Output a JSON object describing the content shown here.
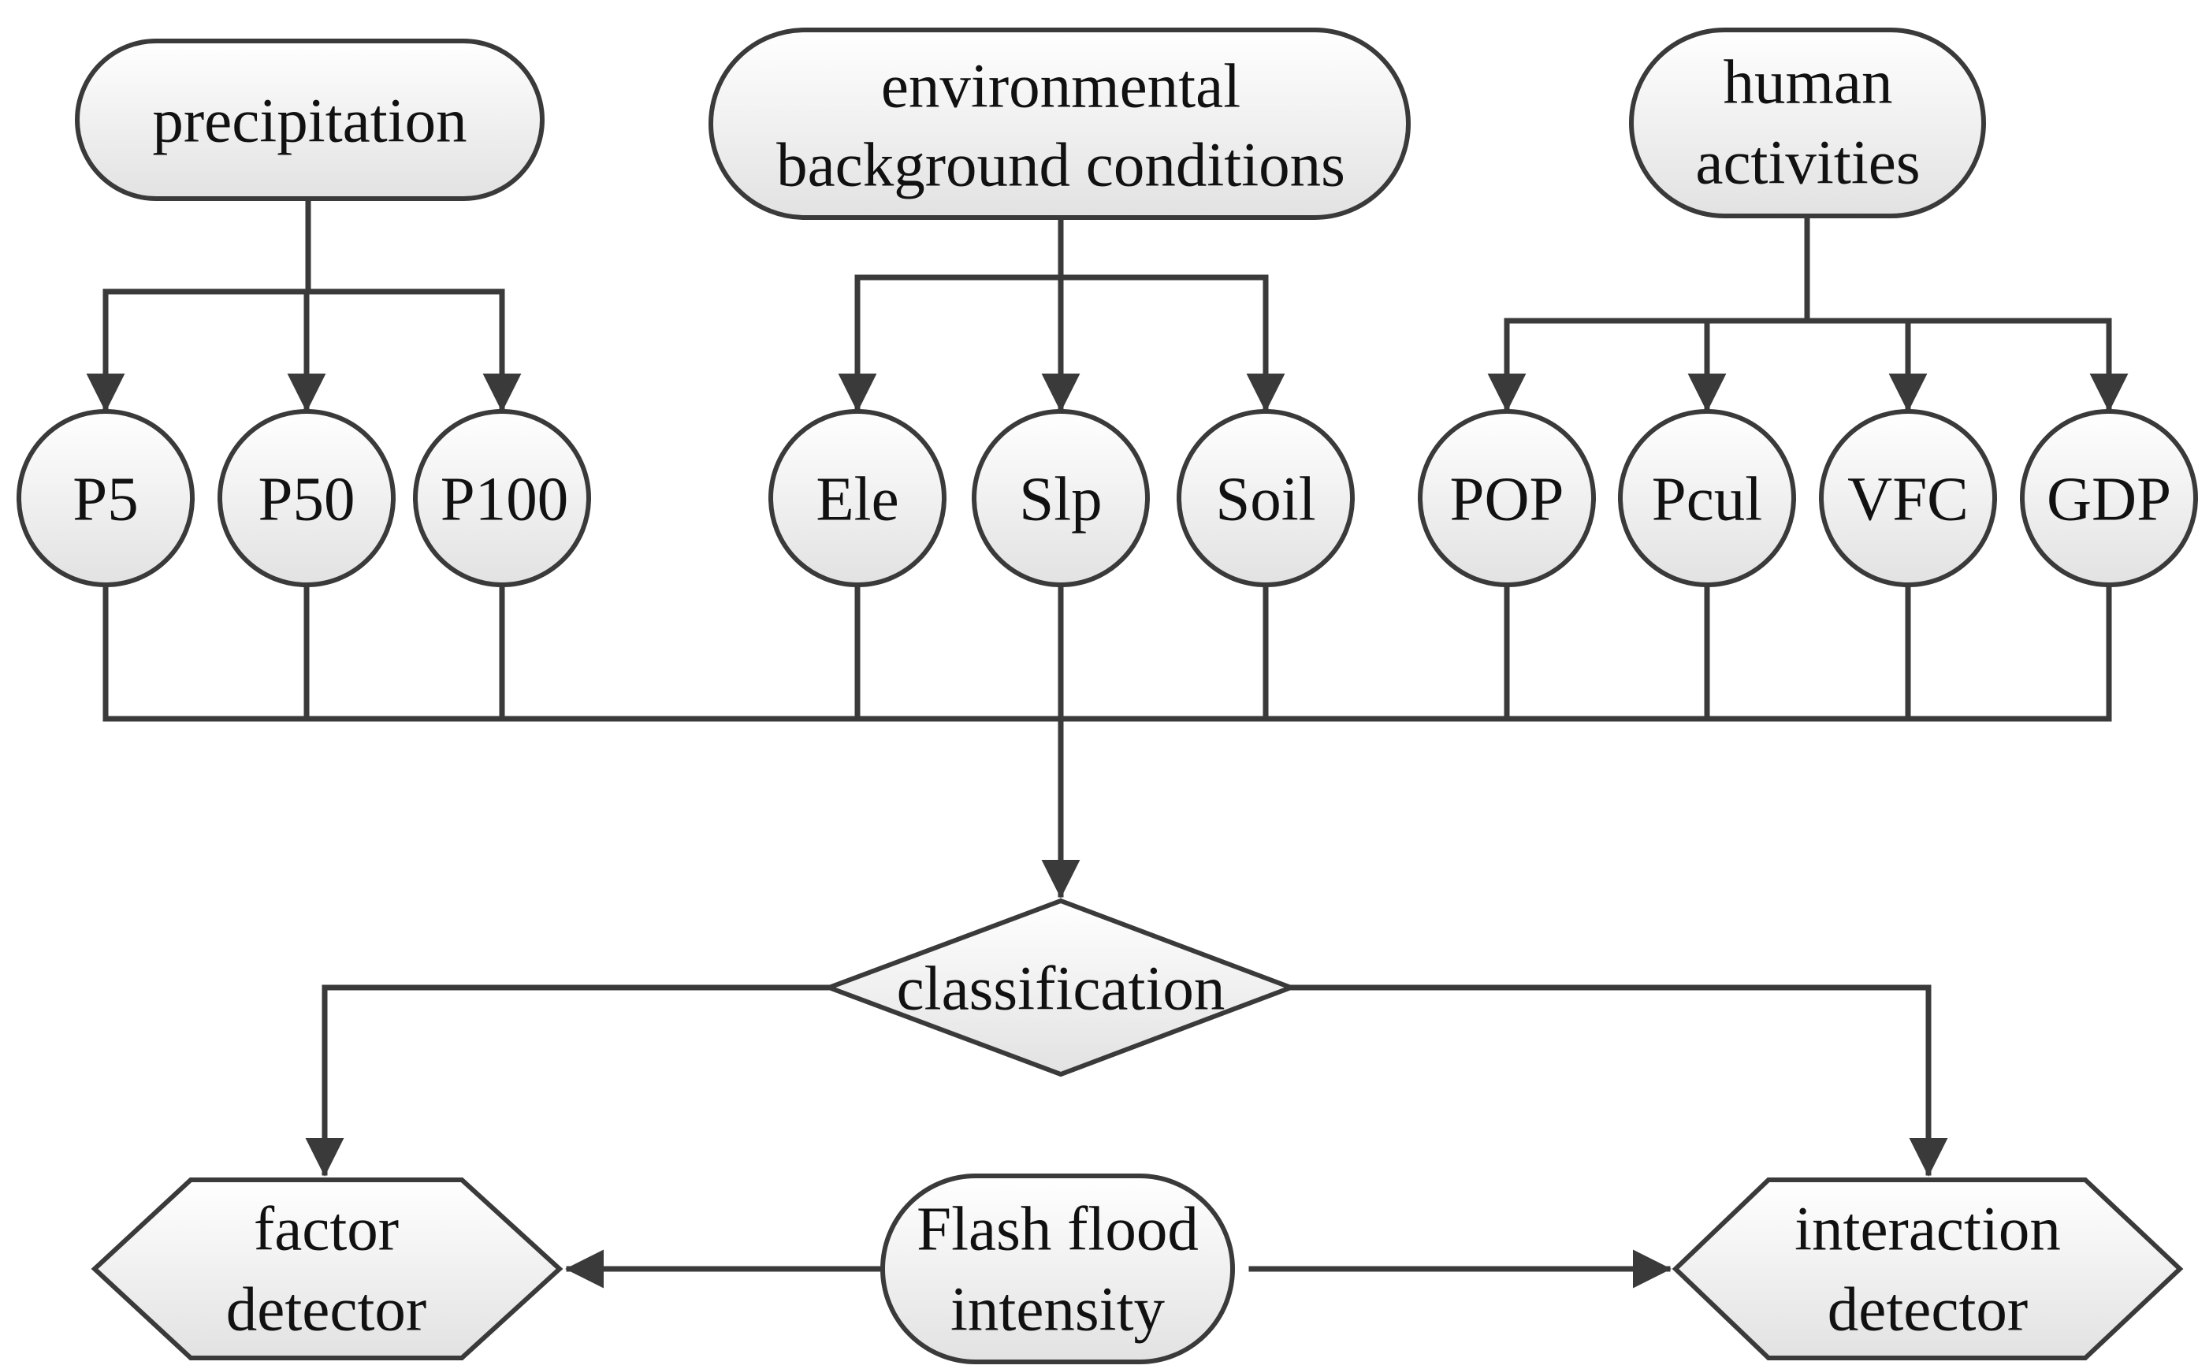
{
  "categories": {
    "precipitation": "precipitation",
    "environment": {
      "line1": "environmental",
      "line2": "background conditions"
    },
    "human": {
      "line1": "human",
      "line2": "activities"
    }
  },
  "factors": {
    "p5": "P5",
    "p50": "P50",
    "p100": "P100",
    "ele": "Ele",
    "slp": "Slp",
    "soil": "Soil",
    "pop": "POP",
    "pcul": "Pcul",
    "vfc": "VFC",
    "gdp": "GDP"
  },
  "classification": "classification",
  "factor_detector": {
    "line1": "factor",
    "line2": "detector"
  },
  "flash_flood": {
    "line1": "Flash flood",
    "line2": "intensity"
  },
  "interaction_detector": {
    "line1": "interaction",
    "line2": "detector"
  }
}
